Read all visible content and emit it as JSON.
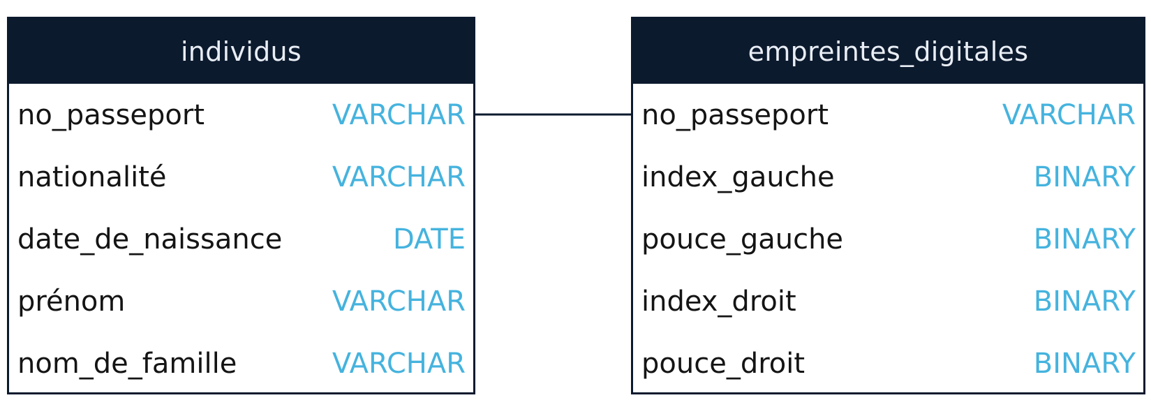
{
  "tables": [
    {
      "name": "individus",
      "fields": [
        {
          "name": "no_passeport",
          "type": "VARCHAR"
        },
        {
          "name": "nationalité",
          "type": "VARCHAR"
        },
        {
          "name": "date_de_naissance",
          "type": "DATE"
        },
        {
          "name": "prénom",
          "type": "VARCHAR"
        },
        {
          "name": "nom_de_famille",
          "type": "VARCHAR"
        }
      ]
    },
    {
      "name": "empreintes_digitales",
      "fields": [
        {
          "name": "no_passeport",
          "type": "VARCHAR"
        },
        {
          "name": "index_gauche",
          "type": "BINARY"
        },
        {
          "name": "pouce_gauche",
          "type": "BINARY"
        },
        {
          "name": "index_droit",
          "type": "BINARY"
        },
        {
          "name": "pouce_droit",
          "type": "BINARY"
        }
      ]
    }
  ],
  "relationship": {
    "from_table": "individus",
    "from_field": "no_passeport",
    "to_table": "empreintes_digitales",
    "to_field": "no_passeport"
  },
  "colors": {
    "header_background": "#0c1a2e",
    "header_text": "#e9eef5",
    "field_text": "#141414",
    "type_text": "#45b3de",
    "connector": "#0c1a2e"
  }
}
